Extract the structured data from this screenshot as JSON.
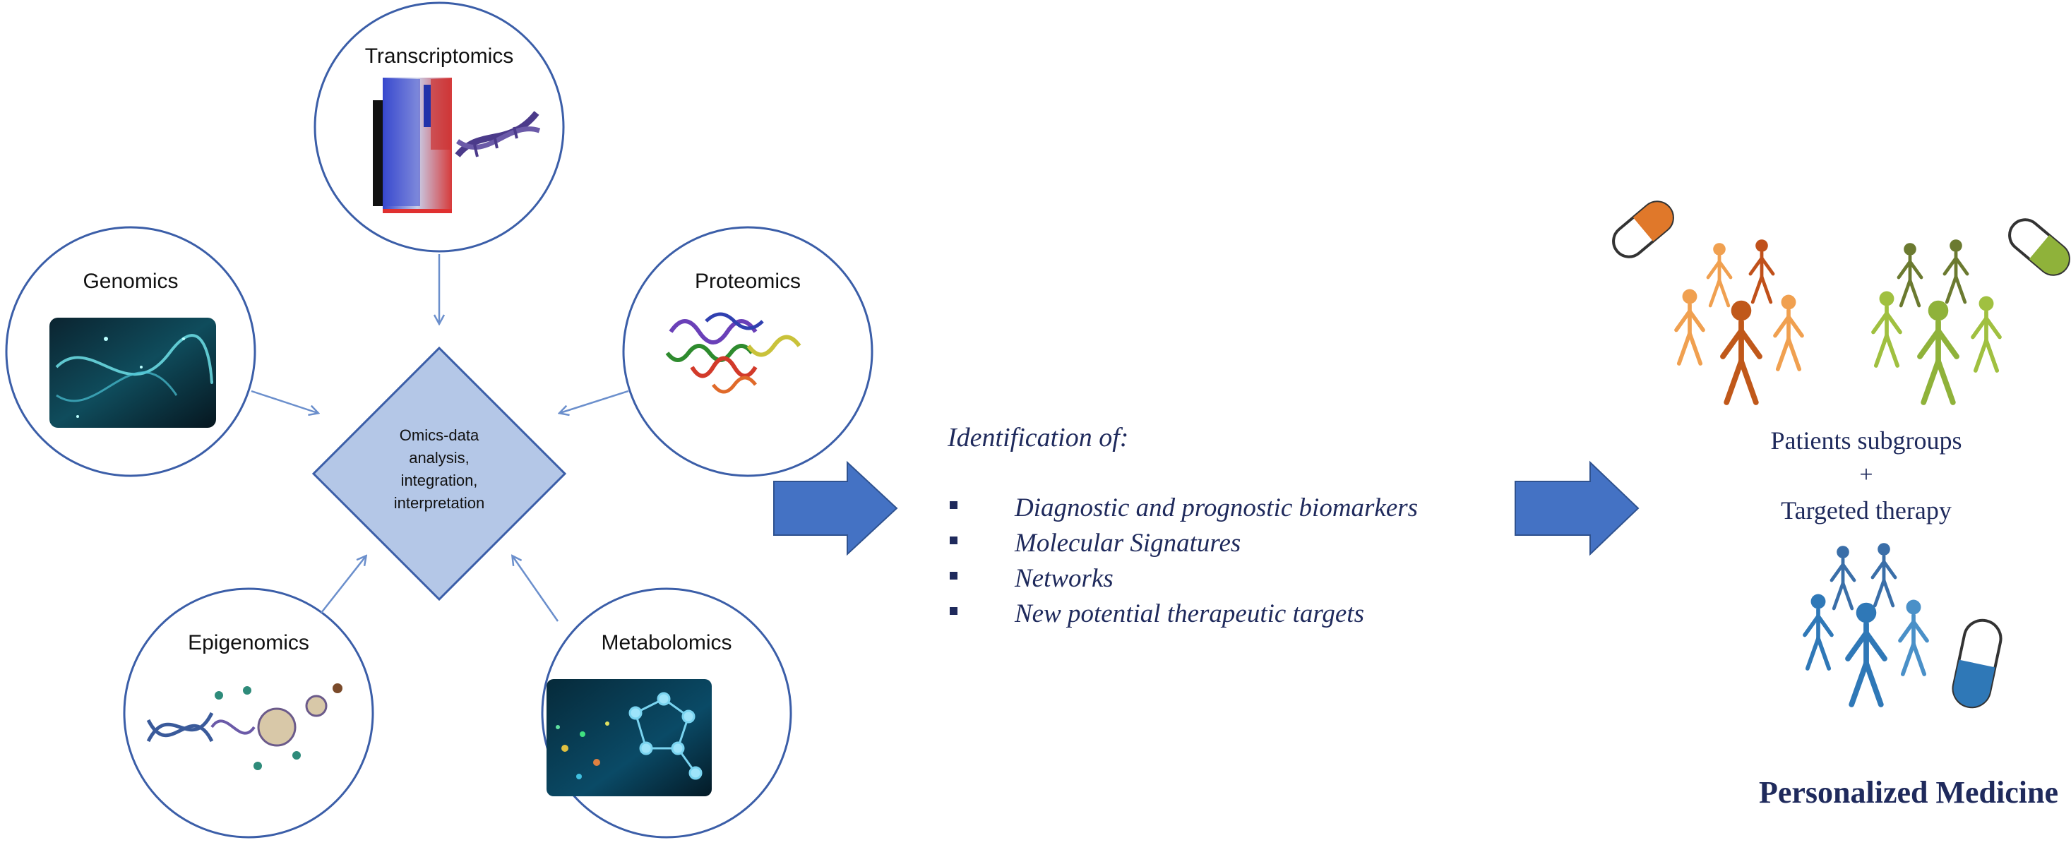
{
  "omics": {
    "transcriptomics": "Transcriptomics",
    "genomics": "Genomics",
    "proteomics": "Proteomics",
    "epigenomics": "Epigenomics",
    "metabolomics": "Metabolomics"
  },
  "center": {
    "line1": "Omics-data",
    "line2": "analysis,",
    "line3": "integration,",
    "line4": "interpretation"
  },
  "identification": {
    "heading": "Identification of:",
    "items": [
      "Diagnostic and prognostic biomarkers",
      "Molecular Signatures",
      "Networks",
      "New potential therapeutic targets"
    ]
  },
  "outcome": {
    "line1": "Patients subgroups",
    "plus": "+",
    "line2": "Targeted  therapy",
    "title": "Personalized  Medicine"
  },
  "colors": {
    "circle_stroke": "#3b5ea8",
    "diamond_fill": "#b4c7e7",
    "big_arrow": "#4472c4",
    "text_navy": "#1f2a5c",
    "orange": "#e0782a",
    "green": "#8fb23a",
    "blue": "#2f78b7"
  },
  "icons": [
    "dna-helix-icon",
    "protein-structure-icon",
    "heatmap-icon",
    "molecule-network-icon",
    "people-group-icon",
    "pill-capsule-icon"
  ]
}
